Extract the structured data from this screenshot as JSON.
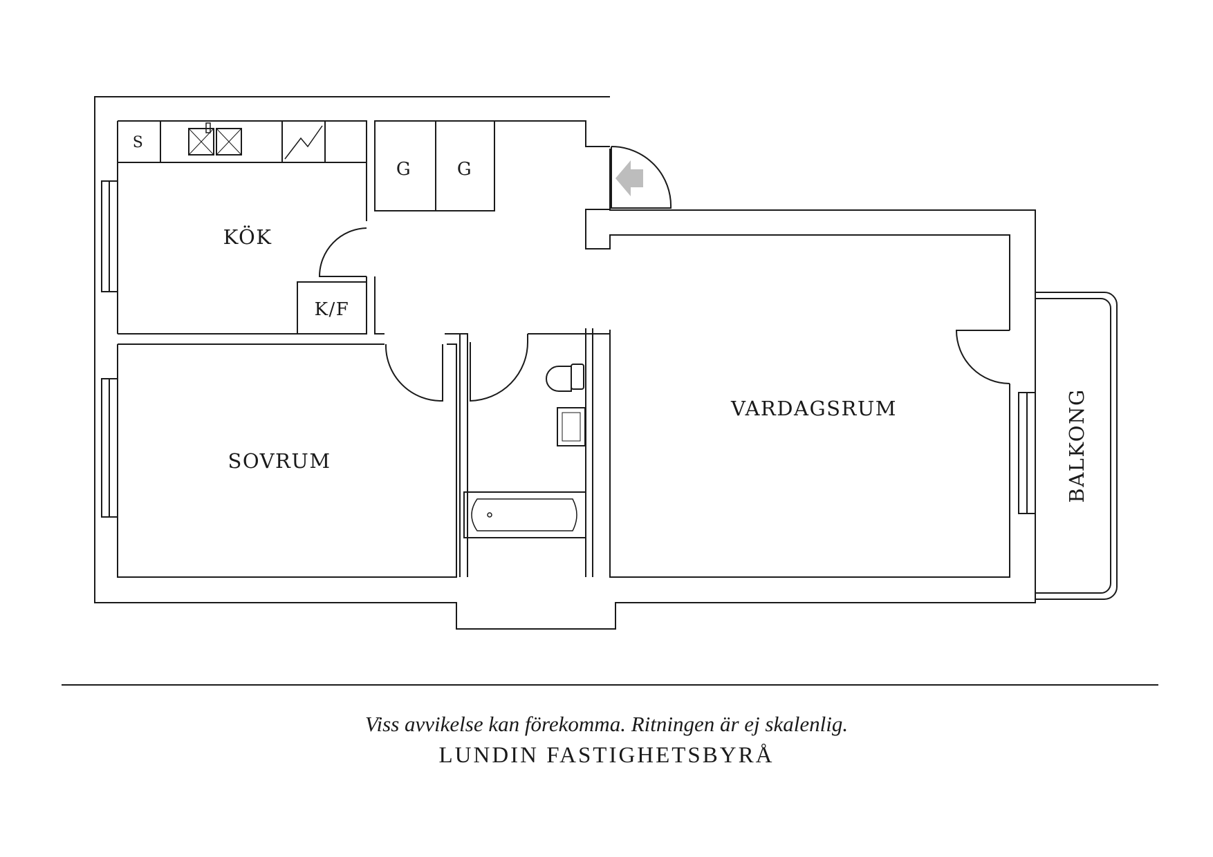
{
  "rooms": {
    "kitchen": "KÖK",
    "bedroom": "SOVRUM",
    "living_room": "VARDAGSRUM",
    "balcony": "BALKONG",
    "fridge_freezer": "K/F",
    "wardrobe_1": "G",
    "wardrobe_2": "G",
    "storage": "S"
  },
  "footer": {
    "disclaimer": "Viss avvikelse kan förekomma. Ritningen är ej skalenlig.",
    "brand": "LUNDIN FASTIGHETSBYRÅ"
  },
  "colors": {
    "line": "#1a1a1a",
    "entrance_arrow": "#bdbdbd"
  }
}
